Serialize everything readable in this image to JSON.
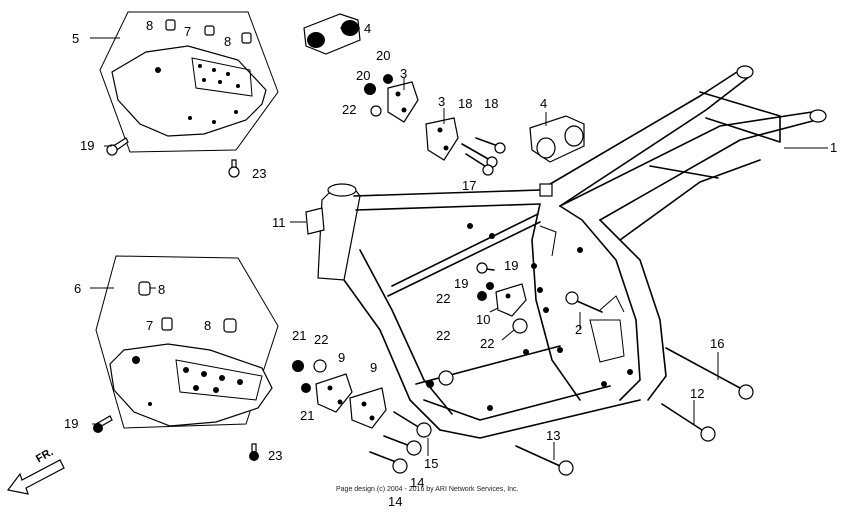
{
  "diagram": {
    "direction_label": "FR.",
    "copyright": "Page design (c) 2004 - 2016 by ARI Network Services, Inc.",
    "parts": [
      {
        "id": "p1",
        "label": "1"
      },
      {
        "id": "p2",
        "label": "2"
      },
      {
        "id": "p3a",
        "label": "3"
      },
      {
        "id": "p3b",
        "label": "3"
      },
      {
        "id": "p4a",
        "label": "4"
      },
      {
        "id": "p4b",
        "label": "4"
      },
      {
        "id": "p5",
        "label": "5"
      },
      {
        "id": "p6",
        "label": "6"
      },
      {
        "id": "p7a",
        "label": "7"
      },
      {
        "id": "p7b",
        "label": "7"
      },
      {
        "id": "p8a",
        "label": "8"
      },
      {
        "id": "p8b",
        "label": "8"
      },
      {
        "id": "p8c",
        "label": "8"
      },
      {
        "id": "p8d",
        "label": "8"
      },
      {
        "id": "p9a",
        "label": "9"
      },
      {
        "id": "p9b",
        "label": "9"
      },
      {
        "id": "p10",
        "label": "10"
      },
      {
        "id": "p11",
        "label": "11"
      },
      {
        "id": "p12",
        "label": "12"
      },
      {
        "id": "p13",
        "label": "13"
      },
      {
        "id": "p14a",
        "label": "14"
      },
      {
        "id": "p14b",
        "label": "14"
      },
      {
        "id": "p15",
        "label": "15"
      },
      {
        "id": "p16",
        "label": "16"
      },
      {
        "id": "p17",
        "label": "17"
      },
      {
        "id": "p18a",
        "label": "18"
      },
      {
        "id": "p18b",
        "label": "18"
      },
      {
        "id": "p19a",
        "label": "19"
      },
      {
        "id": "p19b",
        "label": "19"
      },
      {
        "id": "p19c",
        "label": "19"
      },
      {
        "id": "p19d",
        "label": "19"
      },
      {
        "id": "p20a",
        "label": "20"
      },
      {
        "id": "p20b",
        "label": "20"
      },
      {
        "id": "p21a",
        "label": "21"
      },
      {
        "id": "p21b",
        "label": "21"
      },
      {
        "id": "p22a",
        "label": "22"
      },
      {
        "id": "p22b",
        "label": "22"
      },
      {
        "id": "p22c",
        "label": "22"
      },
      {
        "id": "p22d",
        "label": "22"
      },
      {
        "id": "p22e",
        "label": "22"
      },
      {
        "id": "p23a",
        "label": "23"
      },
      {
        "id": "p23b",
        "label": "23"
      }
    ]
  }
}
